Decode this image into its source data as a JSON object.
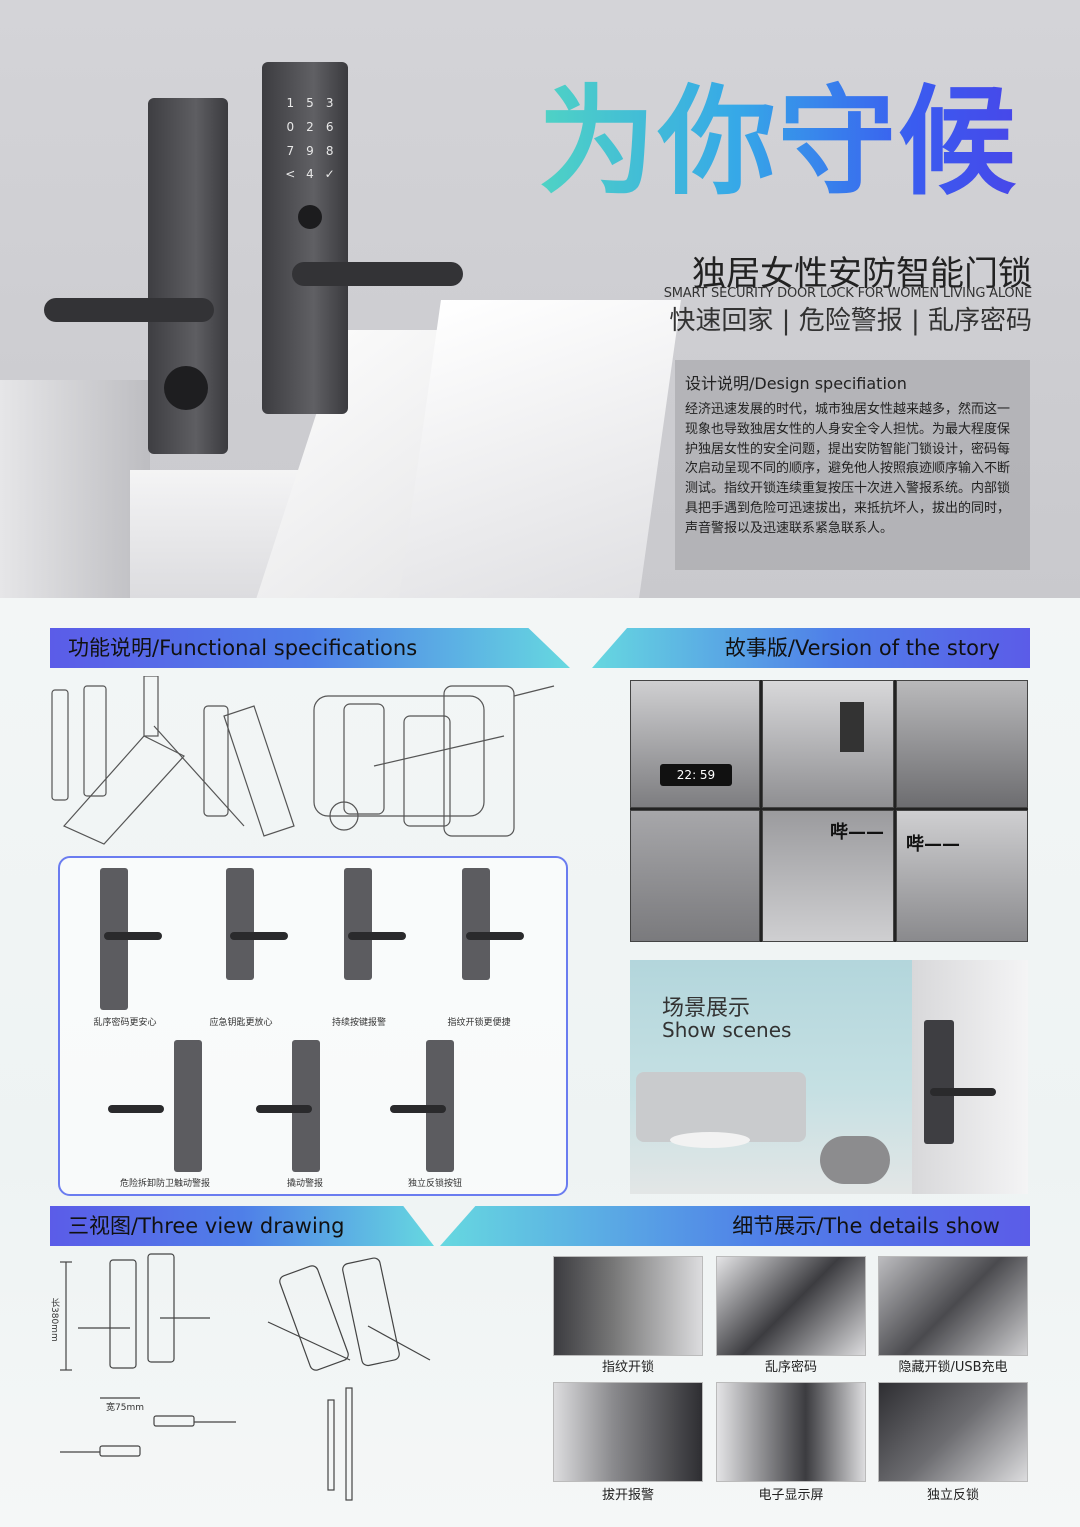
{
  "hero": {
    "headline": "为你守候",
    "subtitle_cn": "独居女性安防智能门锁",
    "subtitle_en": "SMART SECURITY DOOR LOCK FOR WOMEN LIVING ALONE",
    "tags": "快速回家 | 危险警报 | 乱序密码",
    "keypad": [
      "1",
      "5",
      "3",
      "0",
      "2",
      "6",
      "7",
      "9",
      "8",
      "<",
      "4",
      "✓"
    ]
  },
  "design": {
    "title": "设计说明/Design specifiation",
    "body": "经济迅速发展的时代，城市独居女性越来越多，然而这一现象也导致独居女性的人身安全令人担忧。为最大程度保护独居女性的安全问题，提出安防智能门锁设计，密码每次启动呈现不同的顺序，避免他人按照痕迹顺序输入不断测试。指纹开锁连续重复按压十次进入警报系统。内部锁具把手遇到危险可迅速拔出，来抵抗坏人，拔出的同时，声音警报以及迅速联系紧急联系人。"
  },
  "functional": {
    "title": "功能说明/Functional specifications",
    "captions_row1": [
      "乱序密码更安心",
      "应急钥匙更放心",
      "持续按键报警",
      "指纹开锁更便捷"
    ],
    "captions_row2": [
      "危险拆卸防卫触动警报",
      "撬动警报",
      "独立反锁按钮"
    ]
  },
  "story": {
    "title": "故事版/Version of the story",
    "clock": "22: 59",
    "sfx": [
      "哔——",
      "哔——"
    ]
  },
  "scene": {
    "title_cn": "场景展示",
    "title_en": "Show scenes"
  },
  "three_view": {
    "title": "三视图/Three view drawing",
    "height_label": "长380mm",
    "width_label": "宽75mm"
  },
  "details": {
    "title": "细节展示/The details show",
    "captions": [
      "指纹开锁",
      "乱序密码",
      "隐藏开锁/USB充电",
      "拔开报警",
      "电子显示屏",
      "独立反锁"
    ]
  },
  "colors": {
    "accent_blue": "#5b5ce8",
    "accent_teal": "#66d8e0",
    "lock_gray": "#5c5c60"
  }
}
